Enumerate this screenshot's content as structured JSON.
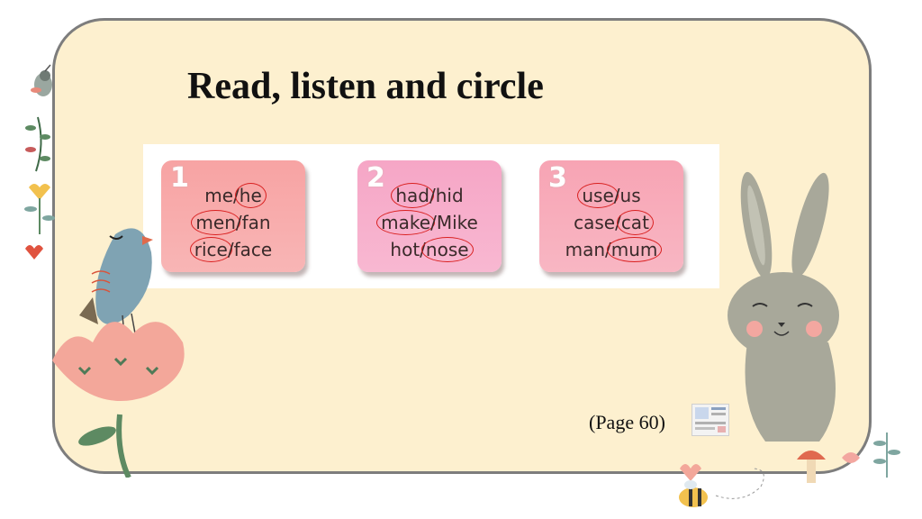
{
  "title": "Read, listen and circle",
  "page_ref": "(Page 60)",
  "colors": {
    "panel_bg": "#fdf0cf",
    "panel_border": "#7d7d7d",
    "circle": "#d92020",
    "card1": "#f7a3a3",
    "card2": "#f6a6c6",
    "card3": "#f7a4b4"
  },
  "icons": [
    "bird-icon",
    "flower-icon",
    "rabbit-icon",
    "bee-icon",
    "mushroom-icon",
    "heart-icon",
    "leaf-icon",
    "bug-icon",
    "worksheet-thumbnail-icon"
  ],
  "cards": [
    {
      "number": "1",
      "lines": [
        [
          {
            "text": "me",
            "circled": false
          },
          {
            "text": "/",
            "circled": false
          },
          {
            "text": "he",
            "circled": true
          }
        ],
        [
          {
            "text": "men",
            "circled": true
          },
          {
            "text": "/fan",
            "circled": false
          }
        ],
        [
          {
            "text": "rice",
            "circled": true
          },
          {
            "text": "/face",
            "circled": false
          }
        ]
      ]
    },
    {
      "number": "2",
      "lines": [
        [
          {
            "text": "had",
            "circled": true
          },
          {
            "text": "/hid",
            "circled": false
          }
        ],
        [
          {
            "text": "make",
            "circled": true
          },
          {
            "text": "/Mike",
            "circled": false
          }
        ],
        [
          {
            "text": "hot/",
            "circled": false
          },
          {
            "text": "nose",
            "circled": true
          }
        ]
      ]
    },
    {
      "number": "3",
      "lines": [
        [
          {
            "text": "use",
            "circled": true
          },
          {
            "text": "/us",
            "circled": false
          }
        ],
        [
          {
            "text": "case/",
            "circled": false
          },
          {
            "text": "cat",
            "circled": true
          }
        ],
        [
          {
            "text": "man/",
            "circled": false
          },
          {
            "text": "mum",
            "circled": true
          }
        ]
      ]
    }
  ]
}
